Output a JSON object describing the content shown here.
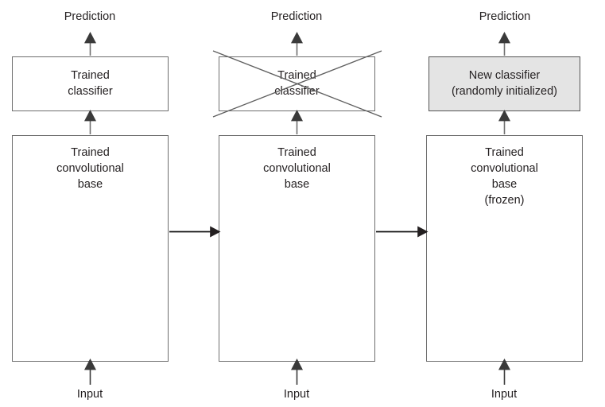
{
  "figure": {
    "title": "Transfer learning with a pretrained convolutional base",
    "background_color": "#ffffff",
    "line_color": "#6e6e6e",
    "arrow_color": "#231f20",
    "text_color": "#231f20",
    "highlight_fill": "#e4e4e4"
  },
  "columns": [
    {
      "id": "column-1",
      "top_label": "Prediction",
      "classifier": {
        "text": "Trained\nclassifier",
        "filled": false,
        "crossed_out": false
      },
      "base": {
        "text": "Trained\nconvolutional\nbase"
      },
      "bottom_label": "Input"
    },
    {
      "id": "column-2",
      "top_label": "Prediction",
      "classifier": {
        "text": "Trained\nclassifier",
        "filled": false,
        "crossed_out": true
      },
      "base": {
        "text": "Trained\nconvolutional\nbase"
      },
      "bottom_label": "Input"
    },
    {
      "id": "column-3",
      "top_label": "Prediction",
      "classifier": {
        "text": "New classifier\n(randomly initialized)",
        "filled": true,
        "crossed_out": false
      },
      "base": {
        "text": "Trained\nconvolutional\nbase\n(frozen)"
      },
      "bottom_label": "Input"
    }
  ],
  "connectors": [
    {
      "id": "stage-arrow-1-2",
      "from": "column-1",
      "to": "column-2"
    },
    {
      "id": "stage-arrow-2-3",
      "from": "column-2",
      "to": "column-3"
    }
  ]
}
